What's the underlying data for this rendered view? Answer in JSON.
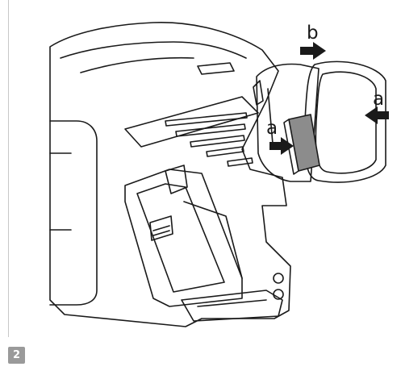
{
  "figure": {
    "labels": {
      "a_top": "a",
      "a_right": "a",
      "b": "b"
    },
    "colors": {
      "line": "#1a1a1a",
      "button_fill": "#8c8c8c",
      "badge": "#9a9a9a"
    }
  },
  "step": {
    "number": "2"
  }
}
